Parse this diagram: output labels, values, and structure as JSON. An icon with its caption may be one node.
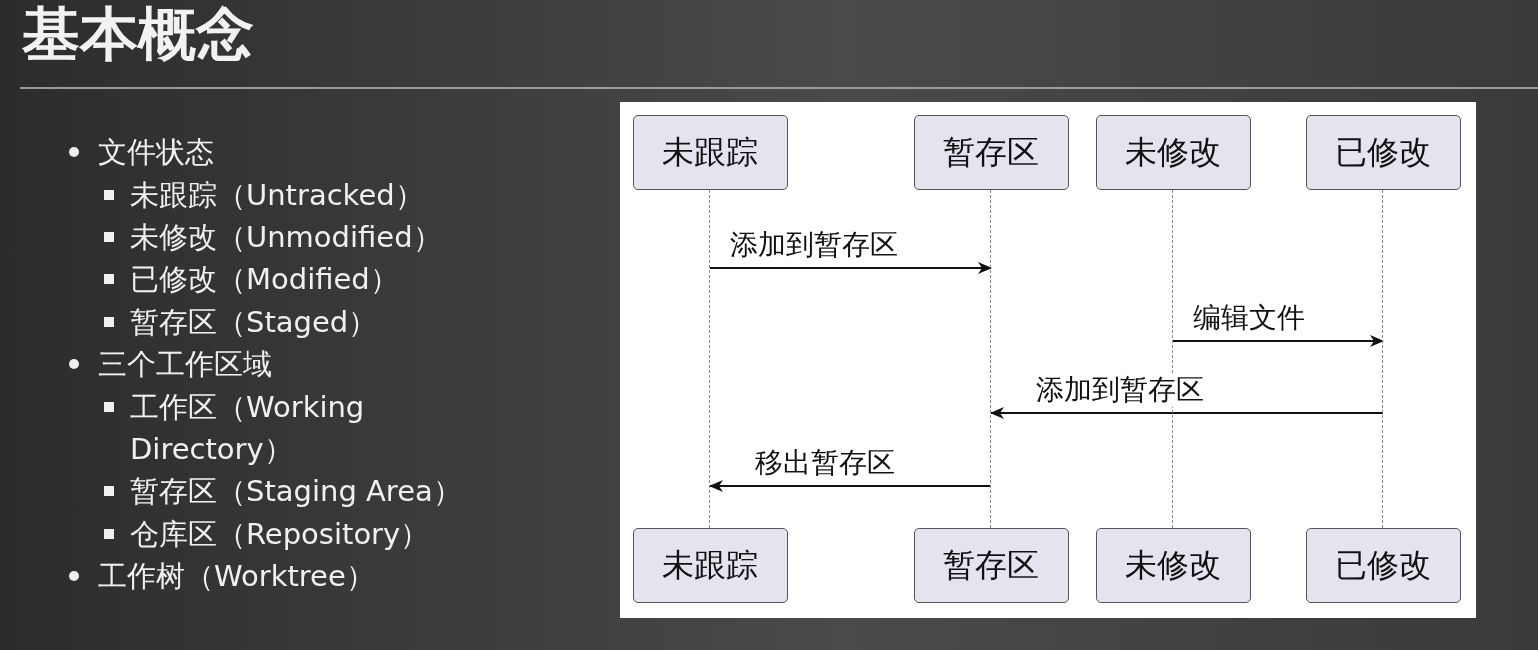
{
  "diagram": {
    "title": "基本概念",
    "nodes": [
      {
        "text": [
          "未跟踪"
        ]
      },
      {
        "text": [
          "暂存区"
        ]
      },
      {
        "text": [
          "未修改"
        ]
      },
      {
        "text": [
          "已修改"
        ]
      },
      {
        "text": [
          "未跟踪"
        ]
      },
      {
        "text": [
          "暂存区"
        ]
      },
      {
        "text": [
          "未修改"
        ]
      },
      {
        "text": [
          "已修改"
        ]
      },
      {
        "text": [],
        "shape": "line"
      },
      {
        "text": [],
        "shape": "line"
      },
      {
        "text": [],
        "shape": "line"
      },
      {
        "text": [],
        "shape": "line"
      }
    ],
    "edges": [
      {
        "from": 8,
        "to": 9,
        "arrow": "to",
        "label": "添加到暂存区"
      },
      {
        "from": 10,
        "to": 11,
        "arrow": "to",
        "label": "编辑文件"
      },
      {
        "from": 11,
        "to": 9,
        "arrow": "to",
        "label": "添加到暂存区"
      },
      {
        "from": 9,
        "to": 8,
        "arrow": "to",
        "label": "移出暂存区"
      }
    ],
    "labels": [
      "文件状态",
      "未跟踪（Untracked）",
      "未修改（Unmodified）",
      "已修改（Modified）",
      "暂存区（Staged）",
      "三个工作区域",
      "工作区（Working Directory）",
      "暂存区（Staging Area）",
      "仓库区（Repository）",
      "工作树（Worktree）"
    ]
  }
}
